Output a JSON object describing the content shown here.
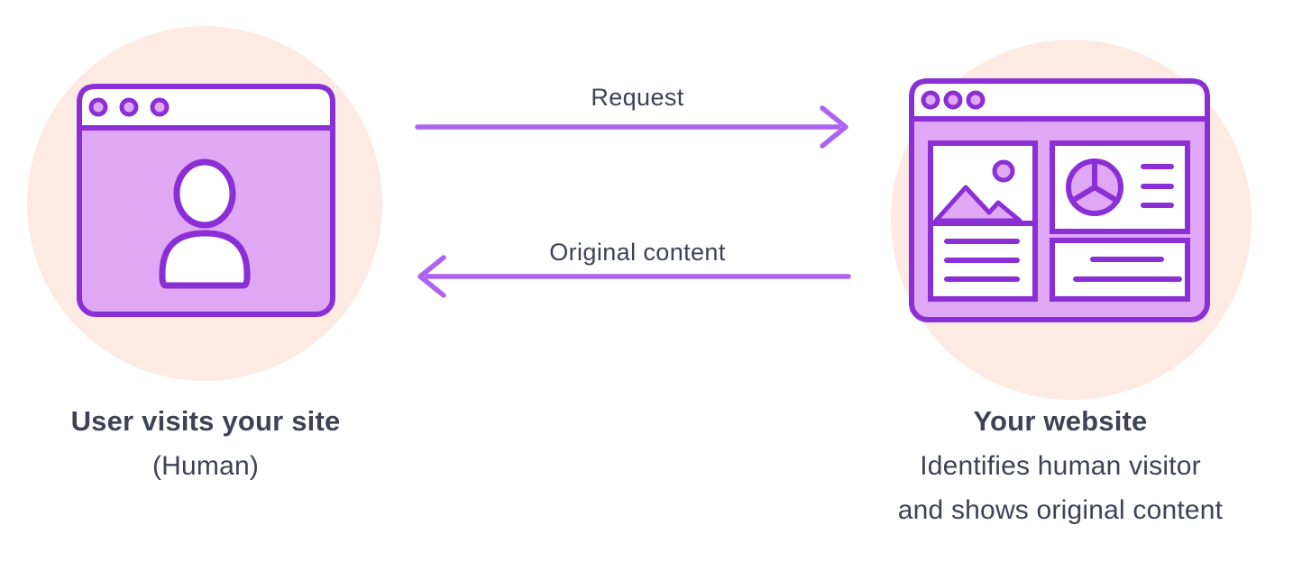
{
  "diagram": {
    "left_node": {
      "title": "User visits your site",
      "subtitle": "(Human)"
    },
    "right_node": {
      "title": "Your website",
      "line1": "Identifies human visitor",
      "line2": "and shows original content"
    },
    "arrows": {
      "request_label": "Request",
      "response_label": "Original content"
    }
  },
  "icons": {
    "left": "user-browser-icon",
    "right": "website-browser-icon"
  },
  "colors": {
    "halo": "#fdeae2",
    "outline": "#8a2fd6",
    "light": "#dfa7f4",
    "arrow": "#ab63f0",
    "text": "#3d4255",
    "bg": "#ffffff"
  }
}
